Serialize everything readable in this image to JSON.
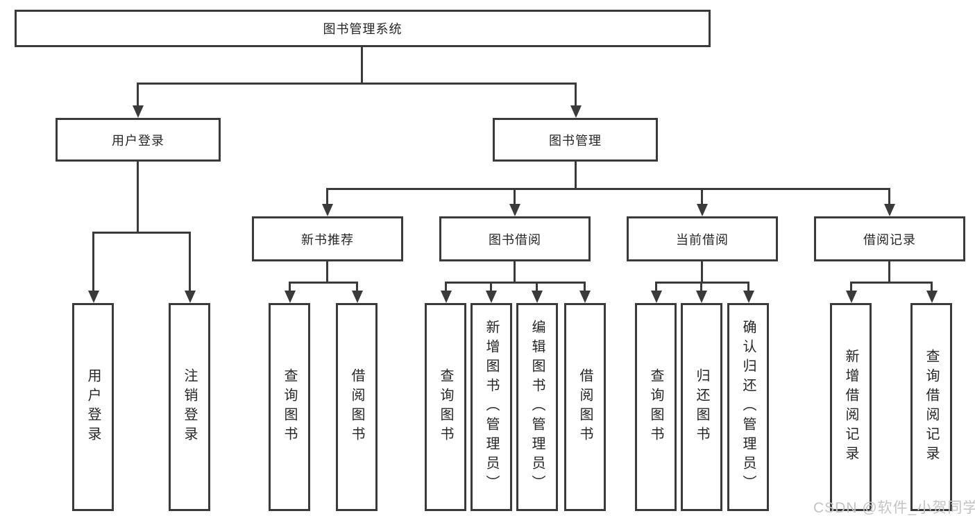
{
  "diagram": {
    "root": {
      "label": "图书管理系统"
    },
    "level2": [
      {
        "label": "用户登录"
      },
      {
        "label": "图书管理"
      }
    ],
    "level3": [
      {
        "label": "新书推荐"
      },
      {
        "label": "图书借阅"
      },
      {
        "label": "当前借阅"
      },
      {
        "label": "借阅记录"
      }
    ],
    "leaves": {
      "user_login": [
        {
          "label": "用户登录"
        },
        {
          "label": "注销登录"
        }
      ],
      "new_book": [
        {
          "label": "查询图书"
        },
        {
          "label": "借阅图书"
        }
      ],
      "book_borrow": [
        {
          "label": "查询图书"
        },
        {
          "label": "新增图书（管理员）"
        },
        {
          "label": "编辑图书（管理员）"
        },
        {
          "label": "借阅图书"
        }
      ],
      "current_borrow": [
        {
          "label": "查询图书"
        },
        {
          "label": "归还图书"
        },
        {
          "label": "确认归还（管理员）"
        }
      ],
      "borrow_record": [
        {
          "label": "新增借阅记录"
        },
        {
          "label": "查询借阅记录"
        }
      ]
    },
    "watermark": "CSDN @软件_小贺同学",
    "colors": {
      "line": "#3a3a3a",
      "text": "#262626",
      "background": "#ffffff",
      "watermark": "#c4c4c4"
    }
  }
}
